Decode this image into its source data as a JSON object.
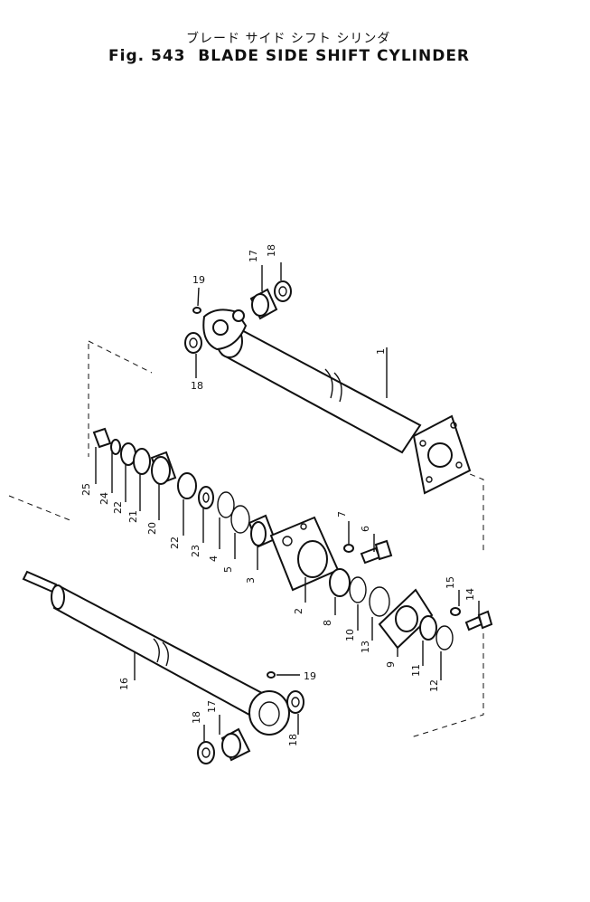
{
  "figure": {
    "title_jp": "ブレード サイド シフト シリンダ",
    "title_en": "Fig. 543  BLADE SIDE SHIFT CYLINDER"
  },
  "callouts": [
    {
      "id": "c19a",
      "text": "19"
    },
    {
      "id": "c17a",
      "text": "17"
    },
    {
      "id": "c18a",
      "text": "18"
    },
    {
      "id": "c18b",
      "text": "18"
    },
    {
      "id": "c1",
      "text": "1"
    },
    {
      "id": "c25",
      "text": "25"
    },
    {
      "id": "c24",
      "text": "24"
    },
    {
      "id": "c22a",
      "text": "22"
    },
    {
      "id": "c21",
      "text": "21"
    },
    {
      "id": "c20",
      "text": "20"
    },
    {
      "id": "c22b",
      "text": "22"
    },
    {
      "id": "c23",
      "text": "23"
    },
    {
      "id": "c4",
      "text": "4"
    },
    {
      "id": "c5",
      "text": "5"
    },
    {
      "id": "c3",
      "text": "3"
    },
    {
      "id": "c7",
      "text": "7"
    },
    {
      "id": "c6",
      "text": "6"
    },
    {
      "id": "c2",
      "text": "2"
    },
    {
      "id": "c8",
      "text": "8"
    },
    {
      "id": "c10",
      "text": "10"
    },
    {
      "id": "c13",
      "text": "13"
    },
    {
      "id": "c9",
      "text": "9"
    },
    {
      "id": "c15",
      "text": "15"
    },
    {
      "id": "c14",
      "text": "14"
    },
    {
      "id": "c11",
      "text": "11"
    },
    {
      "id": "c12",
      "text": "12"
    },
    {
      "id": "c16",
      "text": "16"
    },
    {
      "id": "c19b",
      "text": "19"
    },
    {
      "id": "c17b",
      "text": "17"
    },
    {
      "id": "c18c",
      "text": "18"
    },
    {
      "id": "c18d",
      "text": "18"
    }
  ]
}
